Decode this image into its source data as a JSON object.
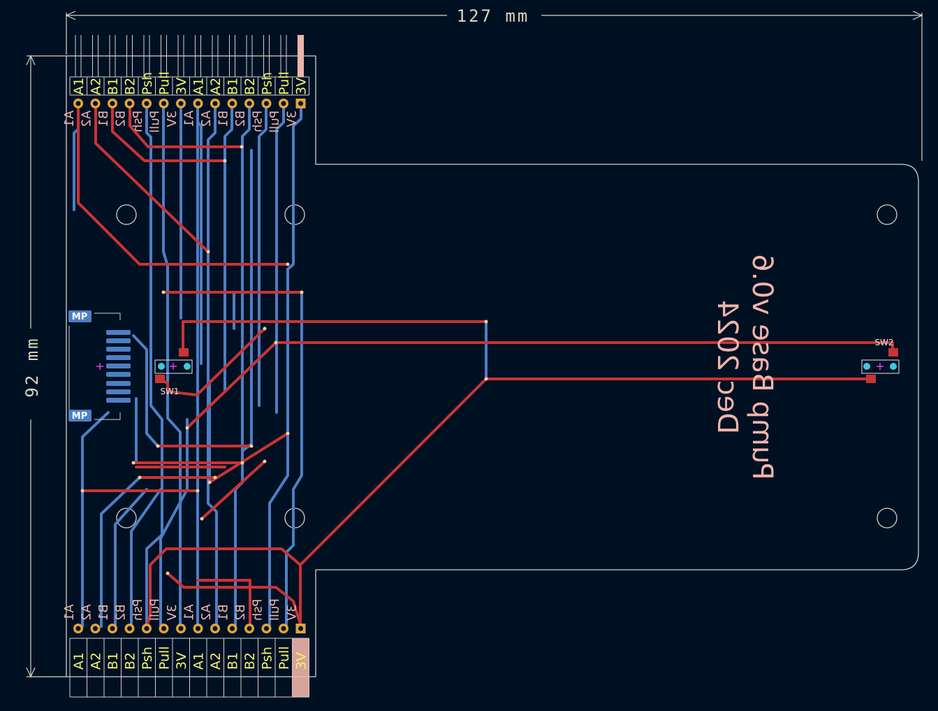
{
  "dimensions": {
    "width_label": "127 mm",
    "height_label": "92 mm"
  },
  "board_title": {
    "line1": "Pump Base v0.6",
    "line2": "Dec 2024"
  },
  "top_connector": {
    "pins": [
      "A1",
      "A2",
      "B1",
      "B2",
      "Psh",
      "Pull",
      "3V",
      "A1",
      "A2",
      "B1",
      "B2",
      "Psh",
      "Pull",
      "3V"
    ]
  },
  "bottom_connector": {
    "pins": [
      "A1",
      "A2",
      "B1",
      "B2",
      "Psh",
      "Pull",
      "3V",
      "A1",
      "A2",
      "B1",
      "B2",
      "Psh",
      "Pull",
      "3V"
    ]
  },
  "back_silk_top": [
    "A1",
    "A2",
    "B1",
    "B2",
    "Psh",
    "Pull",
    "3V",
    "A1",
    "A2",
    "B1",
    "B2",
    "Psh",
    "Pull",
    "3V"
  ],
  "back_silk_bottom": [
    "A1",
    "A2",
    "B1",
    "B2",
    "Psh",
    "Pull",
    "3V",
    "A1",
    "A2",
    "B1",
    "B2",
    "Psh",
    "Pull",
    "3V"
  ],
  "components": {
    "sw1": "SW1",
    "sw2": "SW2",
    "mp_top": "MP",
    "mp_bottom": "MP"
  },
  "colors": {
    "background": "#001023",
    "front_copper": "#c83434",
    "back_copper": "#4d7fc4",
    "pads": "#e3a33c",
    "silkscreen": "#f4f46a",
    "edge_cuts": "#d0d2cd"
  }
}
